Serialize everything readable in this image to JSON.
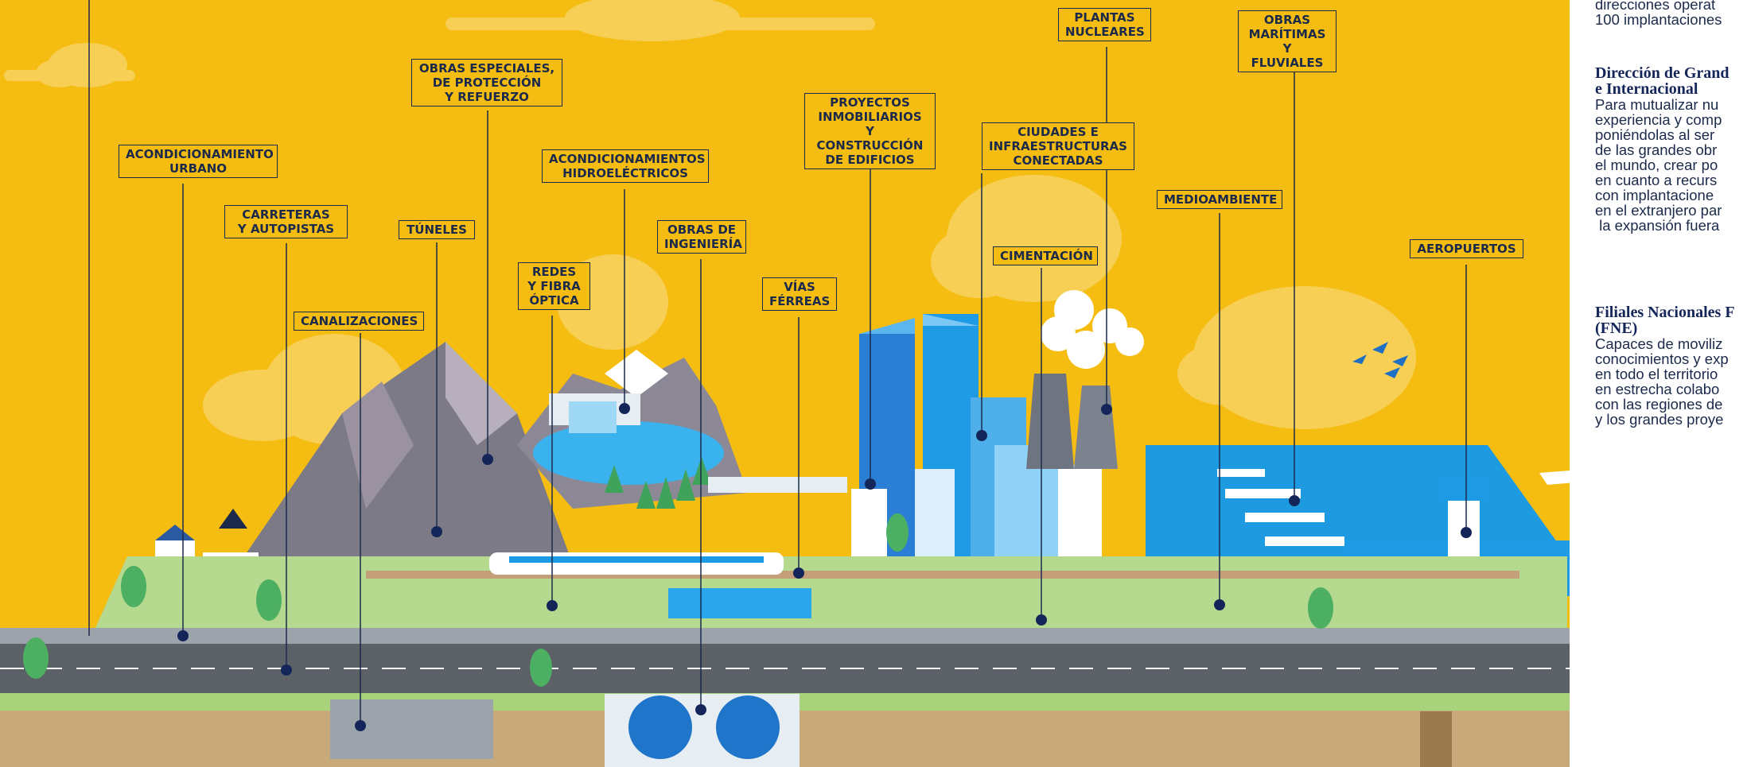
{
  "labels": [
    {
      "key": "acondicionamiento_urbano",
      "text": "ACONDICIONAMIENTO\nURBANO"
    },
    {
      "key": "carreteras",
      "text": "CARRETERAS\nY AUTOPISTAS"
    },
    {
      "key": "canalizaciones",
      "text": "CANALIZACIONES"
    },
    {
      "key": "tuneles",
      "text": "TÚNELES"
    },
    {
      "key": "obras_especiales",
      "text": "OBRAS ESPECIALES,\nDE PROTECCIÓN\nY REFUERZO"
    },
    {
      "key": "redes_fibra",
      "text": "REDES\nY FIBRA\nÓPTICA"
    },
    {
      "key": "hidroelectricos",
      "text": "ACONDICIONAMIENTOS\nHIDROELÉCTRICOS"
    },
    {
      "key": "obras_ingenieria",
      "text": "OBRAS DE\nINGENIERÍA"
    },
    {
      "key": "vias_ferreas",
      "text": "VÍAS\nFÉRREAS"
    },
    {
      "key": "proyectos_inmobiliarios",
      "text": "PROYECTOS\nINMOBILIARIOS\nY CONSTRUCCIÓN\nDE EDIFICIOS"
    },
    {
      "key": "ciudades_conectadas",
      "text": "CIUDADES E\nINFRAESTRUCTURAS\nCONECTADAS"
    },
    {
      "key": "cimentacion",
      "text": "CIMENTACIÓN"
    },
    {
      "key": "plantas_nucleares",
      "text": "PLANTAS\nNUCLEARES"
    },
    {
      "key": "medioambiente",
      "text": "MEDIOAMBIENTE"
    },
    {
      "key": "obras_maritimas",
      "text": "OBRAS\nMARÍTIMAS\nY FLUVIALES"
    },
    {
      "key": "aeropuertos",
      "text": "AEROPUERTOS"
    }
  ],
  "side_panel": {
    "intro_lines": "direcciones operat\n100 implantaciones",
    "section1_title": "Dirección de Grand\ne Internacional",
    "section1_body": "Para mutualizar nu\nexperiencia y comp\nponiéndolas al ser\nde las grandes obr\nel mundo, crear po\nen cuanto a recurs\ncon implantacione\nen el extranjero par\n la expansión fuera",
    "section2_title": "Filiales Nacionales F\n(FNE)",
    "section2_body": "Capaces de moviliz\nconocimientos y exp\nen todo el territorio\nen estrecha colabo\ncon las regiones de\ny los grandes proye"
  },
  "colors": {
    "background": "#F5BC12",
    "label_border": "#1B2A4A",
    "leader_line": "#1B2A4A",
    "water": "#1E9BE0",
    "grass": "#A8D37A",
    "road": "#5C6168",
    "panel_bg": "#FFFFFF",
    "panel_title": "#14255A"
  }
}
